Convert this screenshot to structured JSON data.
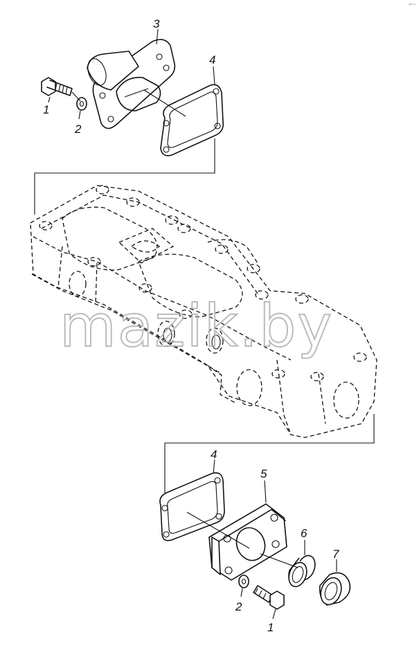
{
  "watermark": "mazik.by",
  "corner_mark": "⌐–",
  "callouts": {
    "top_bolt": "1",
    "top_washer": "2",
    "top_flange": "3",
    "top_gasket": "4",
    "bottom_gasket": "4",
    "bottom_cover": "5",
    "bottom_seal": "6",
    "bottom_cup": "7",
    "bottom_washer": "2",
    "bottom_bolt": "1"
  }
}
